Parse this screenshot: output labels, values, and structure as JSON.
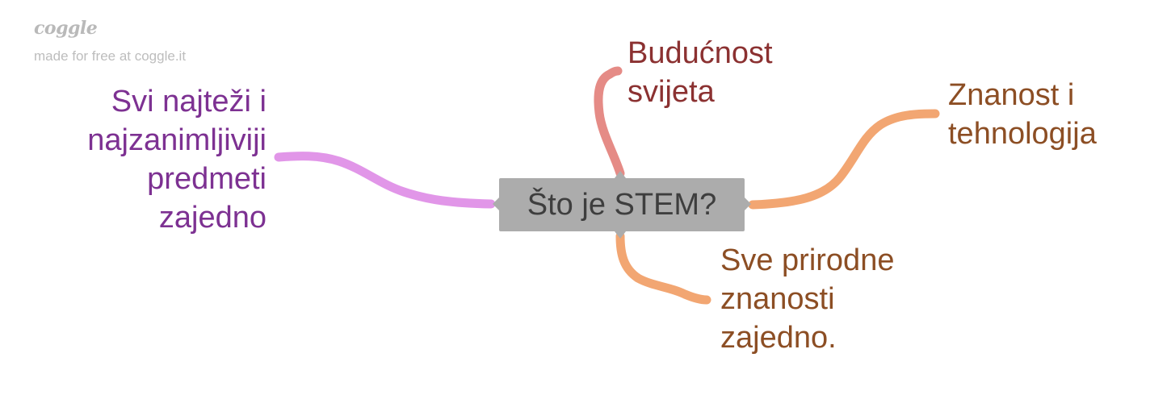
{
  "branding": {
    "logo": "coggle",
    "tagline": "made for free at coggle.it"
  },
  "central_topic": "Što je STEM?",
  "branches": [
    {
      "id": "left",
      "text": "Svi najteži i\nnajzanimljiviji\npredmeti\nzajedno",
      "color": "#e196e8"
    },
    {
      "id": "top",
      "text": "Budućnost\nsvijeta",
      "color": "#e58b86"
    },
    {
      "id": "right",
      "text": "Znanost i\ntehnologija",
      "color": "#f2a672"
    },
    {
      "id": "bottom",
      "text": "Sve prirodne\nznanosti\nzajedno.",
      "color": "#f2a672"
    }
  ]
}
